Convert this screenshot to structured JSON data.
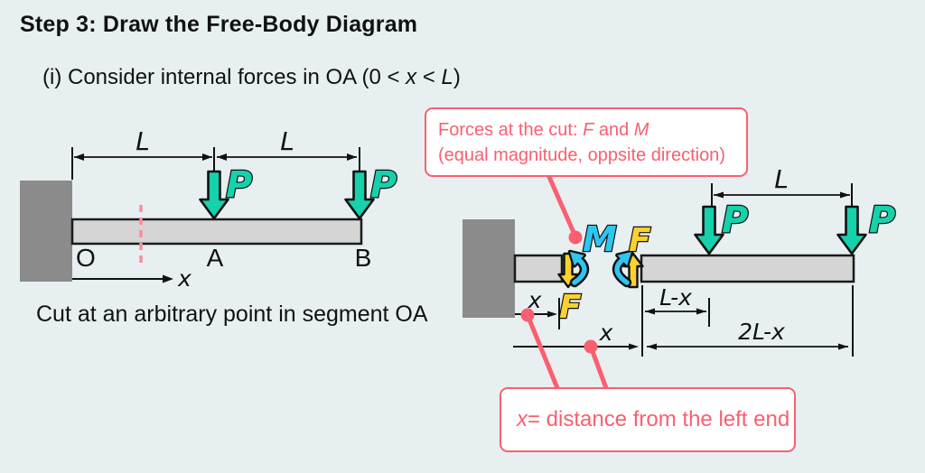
{
  "title": "Step 3: Draw the Free-Body Diagram",
  "subtitle": {
    "part1": "(i) Consider internal forces in OA (0 < ",
    "var_x": "x",
    "part2": " < ",
    "var_l": "L",
    "part3": ")"
  },
  "left_diagram": {
    "caption": "Cut at an arbitrary point in segment OA",
    "dim_oa": "L",
    "dim_ab": "L",
    "point_o": "O",
    "point_a": "A",
    "point_b": "B",
    "axis_x": "x",
    "force_a": "P",
    "force_b": "P"
  },
  "right_diagram": {
    "moment_label": "M",
    "shear_label_top": "F",
    "shear_label_bottom": "F",
    "dim_stub_x": "x",
    "dim_bottom_x": "x",
    "dim_l_minus_x": "L-x",
    "dim_2l_minus_x": "2L-x",
    "dim_l": "L",
    "force_a": "P",
    "force_b": "P"
  },
  "callout_cut": {
    "line1_pre": "Forces at the cut: ",
    "line1_f": "F",
    "line1_mid": " and ",
    "line1_m": "M",
    "line2": "(equal magnitude, oppsite direction)"
  },
  "callout_x": {
    "var": "x",
    "text": " = distance from the left end"
  },
  "colors": {
    "background": "#e8eff1",
    "accent_pink": "#f95f71",
    "cut_dash_pink": "#fc8b99",
    "force_teal": "#15d1ac",
    "moment_cyan": "#2fc5f1",
    "shear_yellow": "#fbd22e",
    "wall_gray": "#8b8b8b",
    "beam_gray": "#d5d5d5"
  }
}
